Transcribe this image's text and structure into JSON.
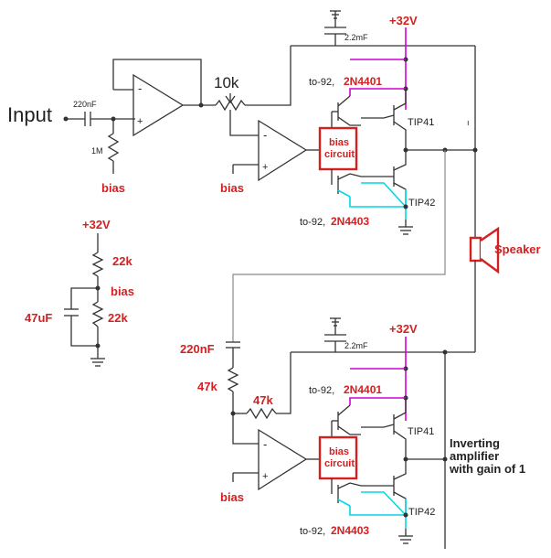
{
  "labels": {
    "input": "Input",
    "cap_in": "220nF",
    "r_in": "1M",
    "bias": "bias",
    "pot": "10k",
    "cap_supply": "2.2mF",
    "supply": "+32V",
    "npn_small_pkg": "to-92, ",
    "npn_small": "2N4401",
    "pnp_small_pkg": "to-92, ",
    "pnp_small": "2N4403",
    "npn_power": "TIP41",
    "pnp_power": "TIP42",
    "bias_block_line1": "bias",
    "bias_block_line2": "circuit",
    "speaker": "Speaker",
    "r_div": "22k",
    "cap_div": "47uF",
    "cap_fb": "220nF",
    "r_fb": "47k",
    "inv_line1": "Inverting",
    "inv_line2": "amplifier",
    "inv_line3": "with gain of 1",
    "minus": "-",
    "plus": "+"
  },
  "colors": {
    "accent_red": "#d42020",
    "supply_magenta": "#d400d4",
    "pnp_cyan": "#00d8e8",
    "wire": "#333333"
  }
}
